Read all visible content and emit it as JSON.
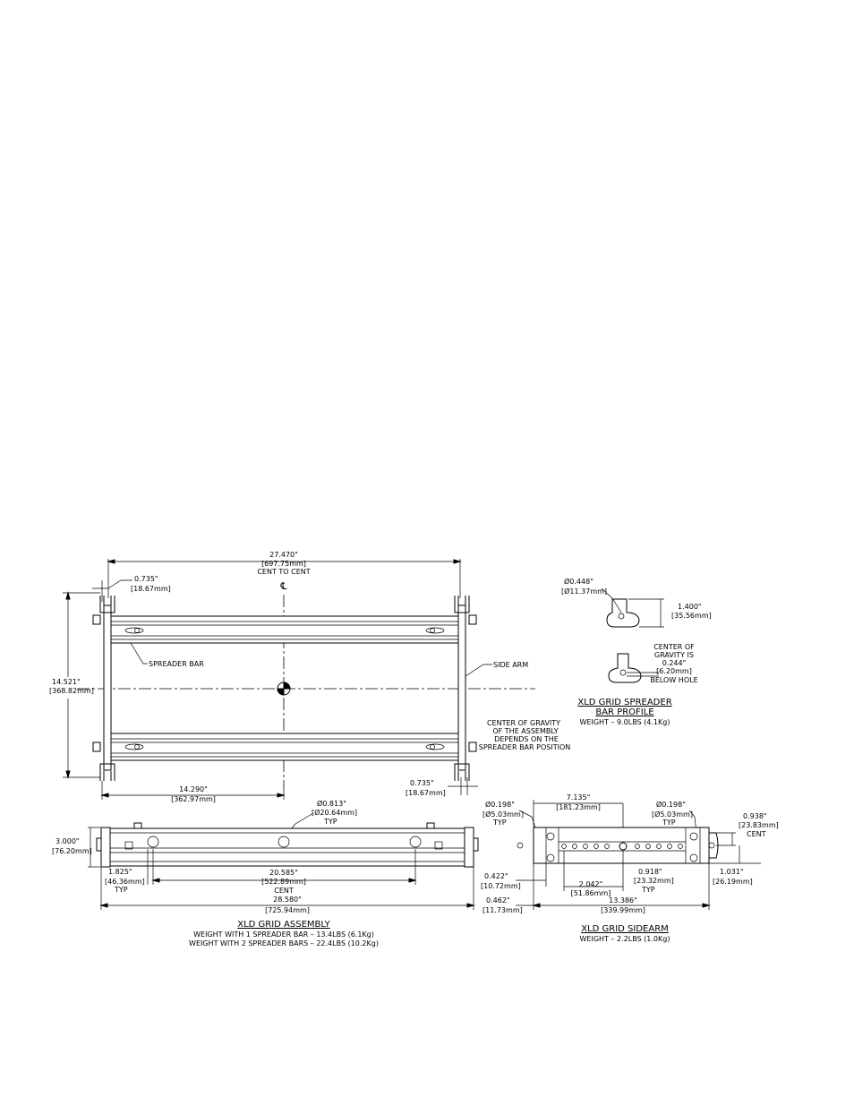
{
  "assembly_top": {
    "dim_width": "27.470\"",
    "dim_width_mm": "[697.75mm]",
    "cent_to_cent": "CENT TO CENT",
    "dim_side": "0.735\"",
    "dim_side_mm": "[18.67mm]",
    "centerline": "℄",
    "spreader_bar": "SPREADER BAR",
    "side_arm": "SIDE ARM",
    "dim_height": "14.521\"",
    "dim_height_mm": "[368.82mm]",
    "cog_note": [
      "CENTER OF GRAVITY",
      "OF THE ASSEMBLY",
      "DEPENDS ON THE",
      "SPREADER BAR POSITION"
    ],
    "dim_half": "14.290\"",
    "dim_half_mm": "[362.97mm]",
    "dim_side_r": "0.735\"",
    "dim_side_r_mm": "[18.67mm]"
  },
  "spreader_profile": {
    "dim_dia": "Ø0.448\"",
    "dim_dia_mm": "[Ø11.37mm]",
    "dim_h": "1.400\"",
    "dim_h_mm": "[35.56mm]",
    "cog": [
      "CENTER OF",
      "GRAVITY IS",
      "0.244\"",
      "[6.20mm]",
      "BELOW HOLE"
    ],
    "title_1": "XLD GRID SPREADER",
    "title_2": "BAR PROFILE",
    "weight": "WEIGHT – 9.0LBS (4.1Kg)"
  },
  "assembly_front": {
    "dim_hole": "Ø0.813\"",
    "dim_hole_mm": "[Ø20.64mm]",
    "typ": "TYP",
    "dim_h": "3.000\"",
    "dim_h_mm": "[76.20mm]",
    "dim_a": "1.825\"",
    "dim_a_mm": "[46.36mm]",
    "dim_a_typ": "TYP",
    "dim_b": "20.585\"",
    "dim_b_mm": "[522.89mm]",
    "dim_b_cent": "CENT",
    "dim_total": "28.580\"",
    "dim_total_mm": "[725.94mm]",
    "title": "XLD GRID ASSEMBLY",
    "weight_1": "WEIGHT WITH 1 SPREADER BAR – 13.4LBS (6.1Kg)",
    "weight_2": "WEIGHT WITH 2 SPREADER BARS – 22.4LBS (10.2Kg)"
  },
  "sidearm": {
    "dim_hole_l": "Ø0.198\"",
    "dim_hole_l_mm": "[Ø5.03mm]",
    "typ_l": "TYP",
    "dim_len": "7.135\"",
    "dim_len_mm": "[181.23mm]",
    "dim_hole_r": "Ø0.198\"",
    "dim_hole_r_mm": "[Ø5.03mm]",
    "typ_r": "TYP",
    "dim_cent": "0.938\"",
    "dim_cent_mm": "[23.83mm]",
    "cent": "CENT",
    "dim_a": "0.422\"",
    "dim_a_mm": "[10.72mm]",
    "dim_b": "2.042\"",
    "dim_b_mm": "[51.86mm]",
    "dim_c": "0.918\"",
    "dim_c_mm": "[23.32mm]",
    "dim_c_typ": "TYP",
    "dim_d": "1.031\"",
    "dim_d_mm": "[26.19mm]",
    "dim_e": "0.462\"",
    "dim_e_mm": "[11.73mm]",
    "dim_total": "13.386\"",
    "dim_total_mm": "[339.99mm]",
    "title": "XLD GRID SIDEARM",
    "weight": "WEIGHT – 2.2LBS (1.0Kg)"
  }
}
